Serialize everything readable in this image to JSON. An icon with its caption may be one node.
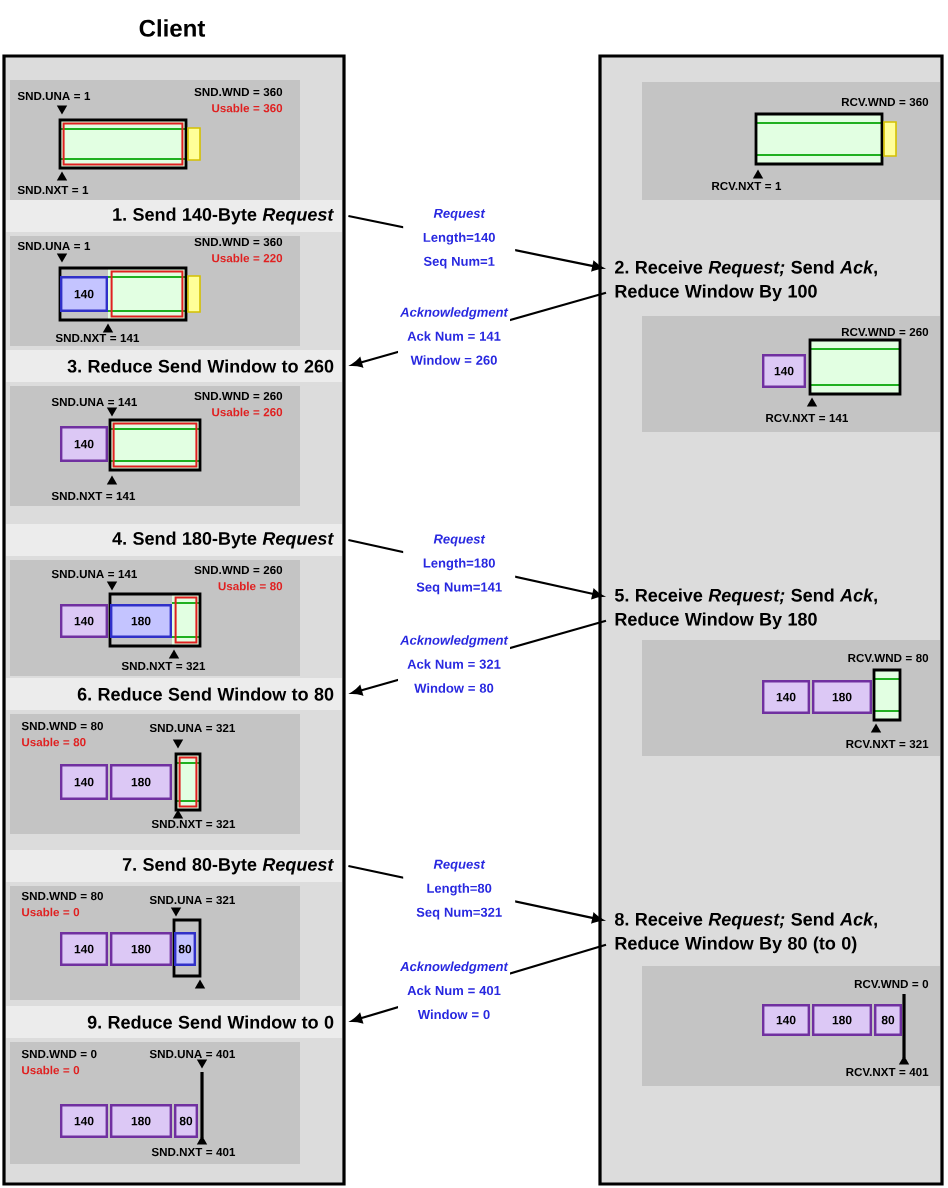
{
  "diagram": {
    "nodes": [
      {
        "text": [
          "Client"
        ]
      },
      {
        "text": [],
        "shape": "box"
      },
      {
        "text": [
          "SND.UNA = 1",
          "SND.WND = 360",
          "Usable = 360",
          "SND.NXT = 1"
        ],
        "in": 0
      },
      {
        "text": [
          "1. Send 140-Byte *Request*"
        ],
        "in": 0
      },
      {
        "text": [
          "SND.UNA = 1",
          "SND.WND = 360",
          "Usable = 220",
          "SND.NXT = 141"
        ],
        "in": 0
      },
      {
        "text": [
          "140"
        ],
        "in": 4
      },
      {
        "text": [
          "3. Reduce Send Window to 260"
        ],
        "in": 0
      },
      {
        "text": [
          "SND.UNA = 141",
          "SND.WND = 260",
          "Usable = 260",
          "SND.NXT = 141"
        ],
        "in": 0
      },
      {
        "text": [
          "140"
        ],
        "in": 7
      },
      {
        "text": [
          "4. Send 180-Byte *Request*"
        ],
        "in": 0
      },
      {
        "text": [
          "SND.UNA = 141",
          "SND.WND = 260",
          "Usable = 80",
          "SND.NXT = 321"
        ],
        "in": 0
      },
      {
        "text": [
          "140"
        ],
        "in": 10
      },
      {
        "text": [
          "180"
        ],
        "in": 10
      },
      {
        "text": [
          "6. Reduce Send Window to 80"
        ],
        "in": 0
      },
      {
        "text": [
          "SND.WND = 80",
          "Usable = 80",
          "SND.UNA = 321",
          "SND.NXT = 321"
        ],
        "in": 0
      },
      {
        "text": [
          "140"
        ],
        "in": 14
      },
      {
        "text": [
          "180"
        ],
        "in": 14
      },
      {
        "text": [
          "7. Send 80-Byte *Request*"
        ],
        "in": 0
      },
      {
        "text": [
          "SND.WND = 80",
          "Usable = 0",
          "SND.UNA = 321"
        ],
        "in": 0
      },
      {
        "text": [
          "140"
        ],
        "in": 18
      },
      {
        "text": [
          "180"
        ],
        "in": 18
      },
      {
        "text": [
          "80"
        ],
        "in": 18
      },
      {
        "text": [
          "9. Reduce Send Window to 0"
        ],
        "in": 0
      },
      {
        "text": [
          "SND.WND = 0",
          "Usable = 0",
          "SND.UNA = 401",
          "SND.NXT = 401"
        ],
        "in": 0
      },
      {
        "text": [
          "140"
        ],
        "in": 23
      },
      {
        "text": [
          "180"
        ],
        "in": 23
      },
      {
        "text": [
          "80"
        ],
        "in": 23
      },
      {
        "text": [
          "RCV.WND = 360",
          "RCV.NXT = 1"
        ],
        "in": 1
      },
      {
        "text": [
          "2. Receive *Request;* Send *Ack*, Reduce Window By 100"
        ],
        "in": 1
      },
      {
        "text": [
          "RCV.WND = 260",
          "RCV.NXT = 141"
        ],
        "in": 1
      },
      {
        "text": [
          "140"
        ],
        "in": 29
      },
      {
        "text": [
          "5. Receive *Request;* Send *Ack*, Reduce Window By 180"
        ],
        "in": 1
      },
      {
        "text": [
          "RCV.WND = 80",
          "RCV.NXT = 321"
        ],
        "in": 1
      },
      {
        "text": [
          "140"
        ],
        "in": 32
      },
      {
        "text": [
          "180"
        ],
        "in": 32
      },
      {
        "text": [
          "8. Receive *Request;* Send *Ack*, Reduce Window By 80 (to 0)"
        ],
        "in": 1
      },
      {
        "text": [
          "RCV.WND = 0",
          "RCV.NXT = 401"
        ],
        "in": 1
      },
      {
        "text": [
          "140"
        ],
        "in": 36
      },
      {
        "text": [
          "180"
        ],
        "in": 36
      },
      {
        "text": [
          "80"
        ],
        "in": 36
      }
    ],
    "edges": [
      {
        "from": 3,
        "to": 28,
        "arrow": "to",
        "label": "*Request* Length=140 Seq Num=1"
      },
      {
        "from": 28,
        "to": 6,
        "arrow": "to",
        "label": "*Acknowledgment* Ack Num = 141 Window = 260"
      },
      {
        "from": 9,
        "to": 31,
        "arrow": "to",
        "label": "*Request* Length=180 Seq Num=141"
      },
      {
        "from": 31,
        "to": 13,
        "arrow": "to",
        "label": "*Acknowledgment* Ack Num = 321 Window = 80"
      },
      {
        "from": 17,
        "to": 35,
        "arrow": "to",
        "label": "*Request* Length=80 Seq Num=321"
      },
      {
        "from": 35,
        "to": 22,
        "arrow": "to",
        "label": "*Acknowledgment* Ack Num = 401 Window = 0"
      }
    ]
  }
}
